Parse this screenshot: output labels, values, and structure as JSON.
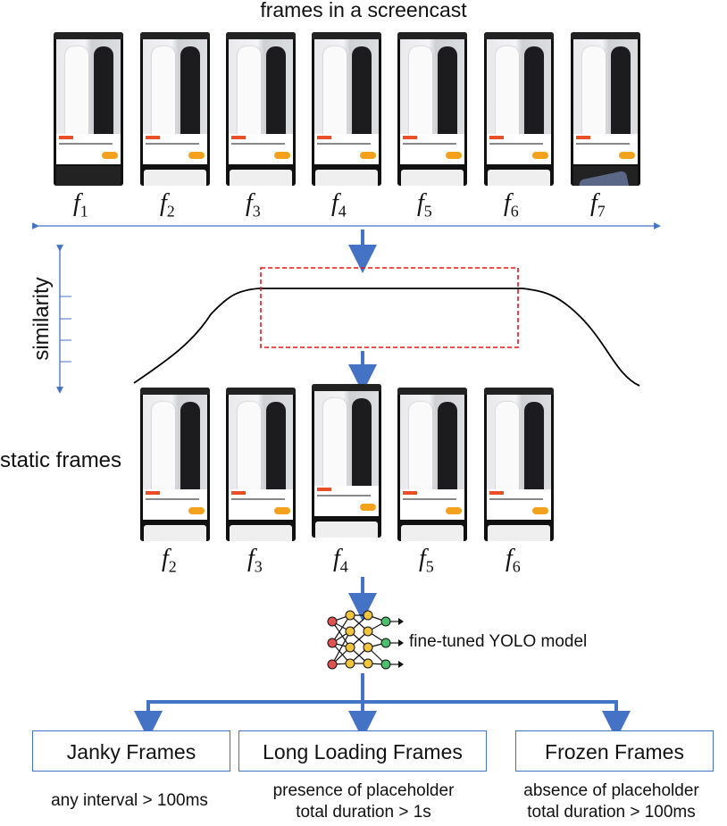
{
  "title": "frames in a screencast",
  "top_frames": [
    {
      "letter": "f",
      "sub": "1",
      "variant": "dark"
    },
    {
      "letter": "f",
      "sub": "2",
      "variant": "placeholder"
    },
    {
      "letter": "f",
      "sub": "3",
      "variant": "placeholder"
    },
    {
      "letter": "f",
      "sub": "4",
      "variant": "placeholder"
    },
    {
      "letter": "f",
      "sub": "5",
      "variant": "placeholder"
    },
    {
      "letter": "f",
      "sub": "6",
      "variant": "placeholder"
    },
    {
      "letter": "f",
      "sub": "7",
      "variant": "product"
    }
  ],
  "similarity_label": "similarity",
  "static_label": "static frames",
  "static_frames": [
    {
      "letter": "f",
      "sub": "2"
    },
    {
      "letter": "f",
      "sub": "3"
    },
    {
      "letter": "f",
      "sub": "4"
    },
    {
      "letter": "f",
      "sub": "5"
    },
    {
      "letter": "f",
      "sub": "6"
    }
  ],
  "model_label": "fine-tuned YOLO model",
  "outputs": [
    {
      "label": "Janky Frames",
      "lines": [
        "any interval > 100ms"
      ]
    },
    {
      "label": "Long Loading Frames",
      "lines": [
        "presence of placeholder",
        "total duration > 1s"
      ]
    },
    {
      "label": "Frozen Frames",
      "lines": [
        "absence of placeholder",
        "total duration > 100ms"
      ]
    }
  ],
  "colors": {
    "arrow": "#4472c4",
    "highlight": "#e01b1b",
    "curve": "#000000"
  }
}
